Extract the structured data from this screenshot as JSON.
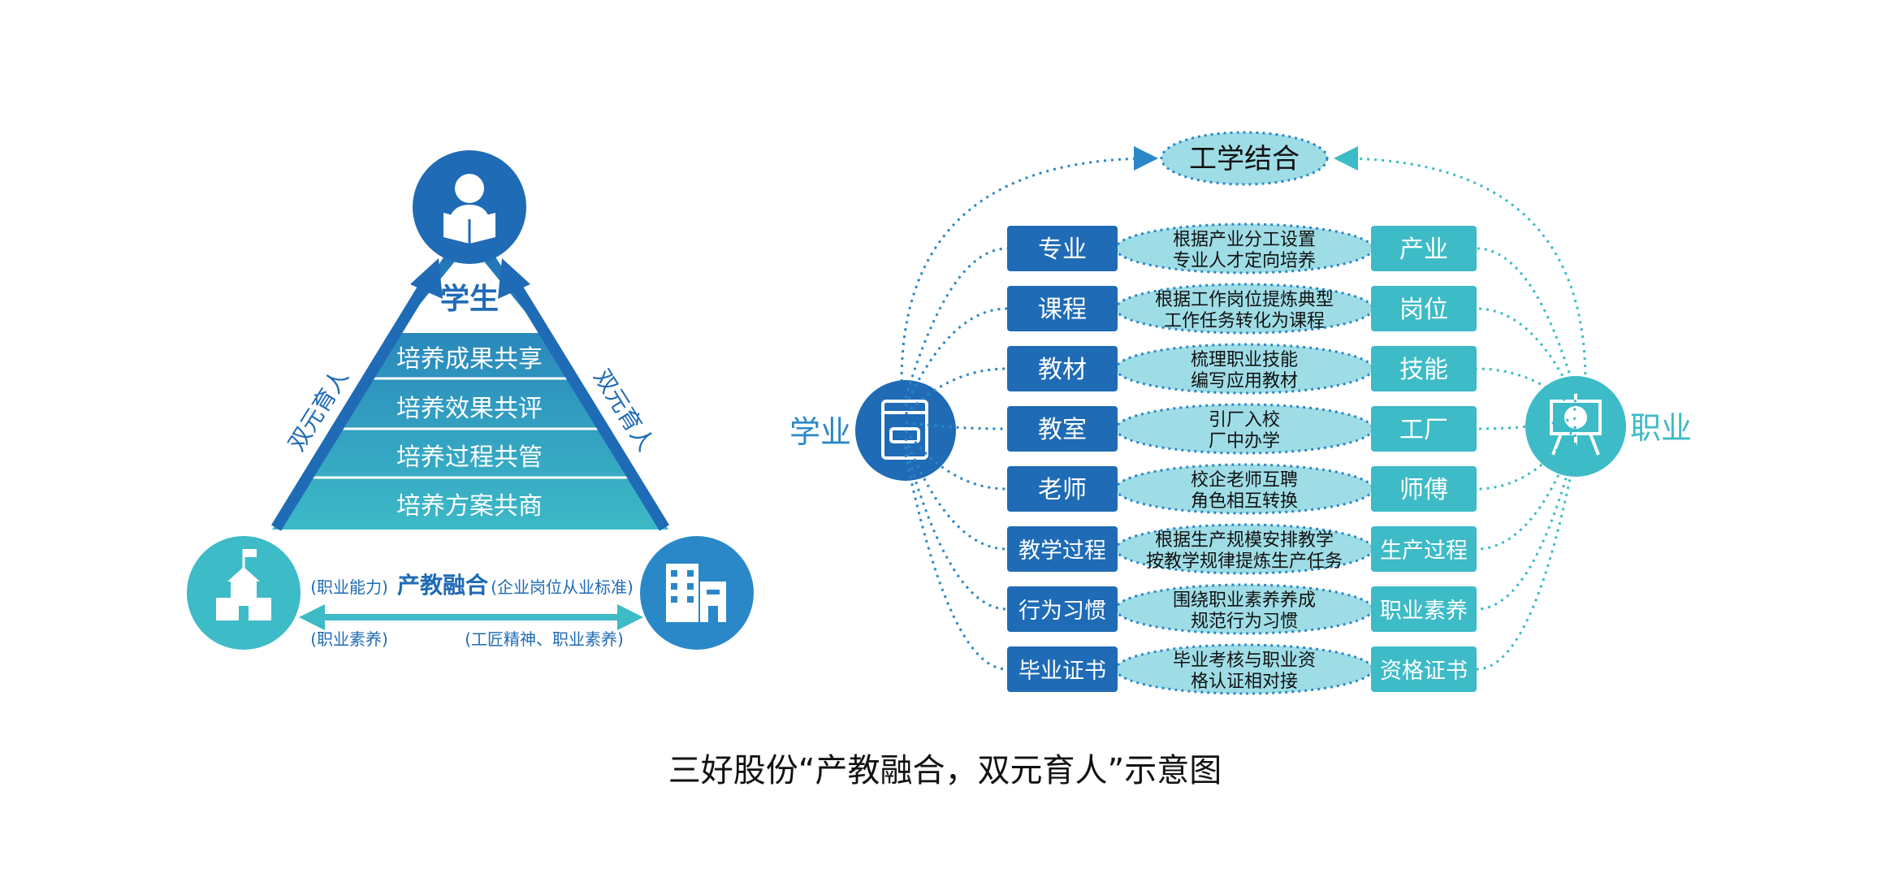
{
  "colors": {
    "dark_blue": "#1F6BB5",
    "mid_blue": "#2A88C9",
    "teal": "#3DBBC7",
    "light_teal": "#9FDDE6",
    "dotted": "#2A88C9"
  },
  "left": {
    "apex_label": "学生",
    "apex_icon": "reader-icon",
    "side_left": "双元育人",
    "side_right": "双元育人",
    "tiers": [
      "培养成果共享",
      "培养效果共评",
      "培养过程共管",
      "培养方案共商"
    ],
    "bottom_center": "产教融合",
    "bottom_left_top": "(职业能力)",
    "bottom_left_bottom": "(职业素养)",
    "bottom_right_top": "(企业岗位从业标准)",
    "bottom_right_bottom": "(工匠精神、职业素养)",
    "school_icon": "school-icon",
    "enterprise_icon": "building-icon"
  },
  "right": {
    "top_label": "工学结合",
    "left_label": "学业",
    "right_label": "职业",
    "left_icon": "book-icon",
    "right_icon": "presentation-icon",
    "rows": [
      {
        "left": "专业",
        "mid1": "根据产业分工设置",
        "mid2": "专业人才定向培养",
        "right": "产业"
      },
      {
        "left": "课程",
        "mid1": "根据工作岗位提炼典型",
        "mid2": "工作任务转化为课程",
        "right": "岗位"
      },
      {
        "left": "教材",
        "mid1": "梳理职业技能",
        "mid2": "编写应用教材",
        "right": "技能"
      },
      {
        "left": "教室",
        "mid1": "引厂入校",
        "mid2": "厂中办学",
        "right": "工厂"
      },
      {
        "left": "老师",
        "mid1": "校企老师互聘",
        "mid2": "角色相互转换",
        "right": "师傅"
      },
      {
        "left": "教学过程",
        "mid1": "根据生产规模安排教学",
        "mid2": "按教学规律提炼生产任务",
        "right": "生产过程"
      },
      {
        "left": "行为习惯",
        "mid1": "围绕职业素养养成",
        "mid2": "规范行为习惯",
        "right": "职业素养"
      },
      {
        "left": "毕业证书",
        "mid1": "毕业考核与职业资",
        "mid2": "格认证相对接",
        "right": "资格证书"
      }
    ]
  },
  "caption": "三好股份“产教融合，双元育人”示意图"
}
